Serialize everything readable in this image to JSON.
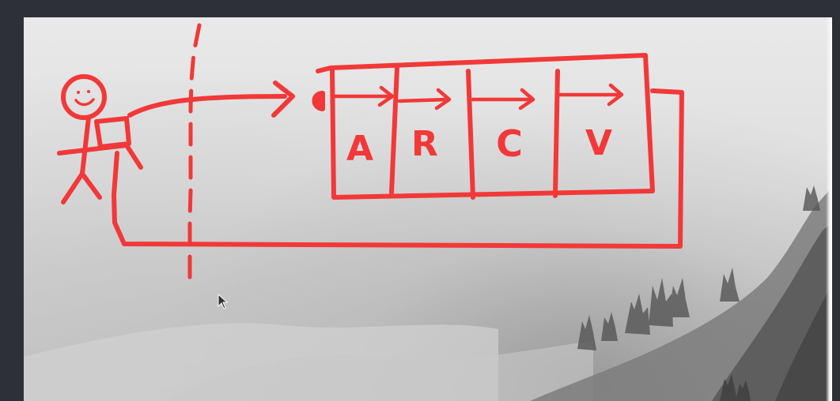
{
  "drawing": {
    "box_letters": [
      "A",
      "R",
      "C",
      "V"
    ],
    "ink_color": "#f23838"
  },
  "colors": {
    "frame": "#2d3137",
    "cursor": "#303030"
  },
  "icons": {
    "cursor": "mouse-pointer-icon"
  }
}
